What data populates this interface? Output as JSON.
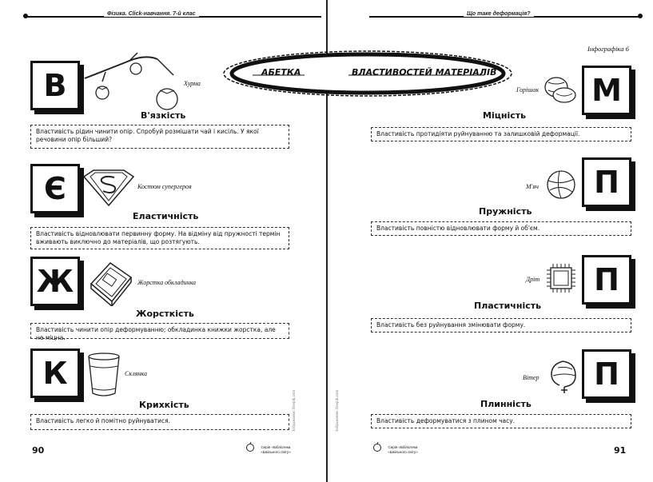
{
  "header": {
    "left_title": "Фізика. Click-навчання. 7-й клас",
    "right_title": "Що таке деформація?"
  },
  "banner": {
    "left_word": "АБЕТКА",
    "right_word": "ВЛАСТИВОСТЕЙ МАТЕРІАЛІВ"
  },
  "infographic_label": "Інфографіка 6",
  "left_items": [
    {
      "letter": "В",
      "title": "В'язкість",
      "caption": "Хурма",
      "icon": "persimmon-icon",
      "desc": "Властивість рідин чинити опір. Спробуй розмішати чай і кисіль. У якої речовини опір більший?"
    },
    {
      "letter": "Є",
      "title": "Еластичність",
      "caption": "Костюм супергероя",
      "icon": "superhero-emblem-icon",
      "desc": "Властивість відновлювати первинну форму. На відміну від пружності термін вживають виключно до матеріалів, що розтягують."
    },
    {
      "letter": "Ж",
      "title": "Жорсткість",
      "caption": "Жорстка обкладинка",
      "icon": "hardcover-book-icon",
      "desc": "Властивість чинити опір деформуванню; обкладинка книжки жорстка, але не міцна."
    },
    {
      "letter": "К",
      "title": "Крихкість",
      "caption": "Склянка",
      "icon": "glass-icon",
      "desc": "Властивість легко й помітно руйнуватися."
    }
  ],
  "right_items": [
    {
      "letter": "М",
      "title": "Міцність",
      "caption": "Горішок",
      "icon": "walnut-icon",
      "desc": "Властивість протидіяти руйнуванню та залишковій деформації."
    },
    {
      "letter": "П",
      "title": "Пружність",
      "caption": "М'яч",
      "icon": "ball-icon",
      "desc": "Властивість повністю відновлювати форму й об'єм."
    },
    {
      "letter": "П",
      "title": "Пластичність",
      "caption": "Дріт",
      "icon": "wire-icon",
      "desc": "Властивість без руйнування змінювати форму."
    },
    {
      "letter": "П",
      "title": "Плинність",
      "caption": "Вітер",
      "icon": "wind-icon",
      "desc": "Властивість деформуватися з плином часу."
    }
  ],
  "footer": {
    "left_page": "90",
    "right_page": "91",
    "series_line1": "Серія «Бібліотека",
    "series_line2": "«Шкільного світу»",
    "image_credit_left": "Зображення: freepik.com",
    "image_credit_right": "Зображення: freepik.com"
  }
}
